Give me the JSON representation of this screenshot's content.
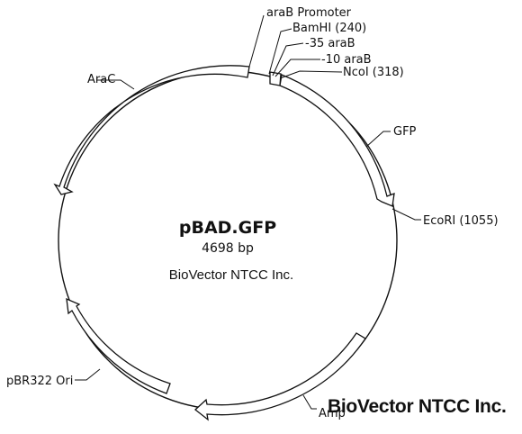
{
  "plasmid": {
    "name": "pBAD.GFP",
    "size": "4698 bp",
    "watermark_center": "BioVector NTCC Inc."
  },
  "watermark_corner": "BioVector NTCC Inc.",
  "features": {
    "arac": "AraC",
    "arab_promoter": "araB Promoter",
    "bamhi": "BamHI (240)",
    "minus35": "-35 araB",
    "minus10": "-10 araB",
    "ncoi": "NcoI (318)",
    "gfp": "GFP",
    "ecori": "EcoRI (1055)",
    "amp": "Amp",
    "ori": "pBR322 Ori"
  }
}
